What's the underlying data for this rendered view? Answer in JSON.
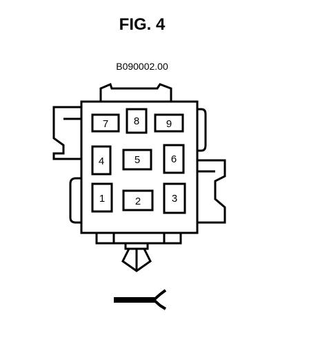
{
  "figure": {
    "title": "FIG. 4",
    "code": "B090002.00"
  },
  "connector": {
    "cavities": [
      {
        "label": "7"
      },
      {
        "label": "8"
      },
      {
        "label": "9"
      },
      {
        "label": "4"
      },
      {
        "label": "5"
      },
      {
        "label": "6"
      },
      {
        "label": "1"
      },
      {
        "label": "2"
      },
      {
        "label": "3"
      }
    ]
  }
}
